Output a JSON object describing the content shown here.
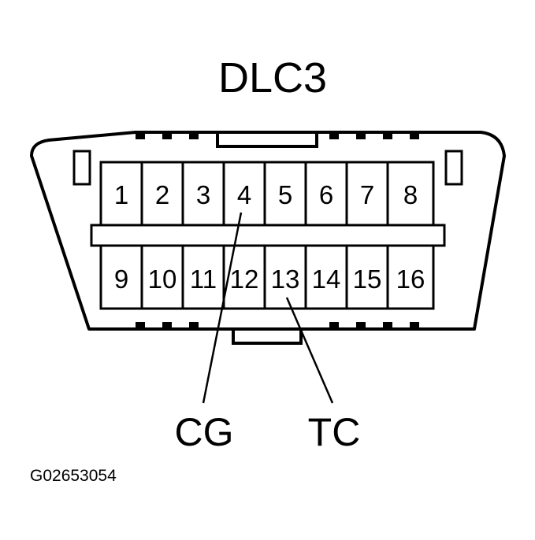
{
  "title": "DLC3",
  "figure_id": "G02653054",
  "pins_top": [
    "1",
    "2",
    "3",
    "4",
    "5",
    "6",
    "7",
    "8"
  ],
  "pins_bottom": [
    "9",
    "10",
    "11",
    "12",
    "13",
    "14",
    "15",
    "16"
  ],
  "callouts": {
    "cg": "CG",
    "tc": "TC"
  }
}
